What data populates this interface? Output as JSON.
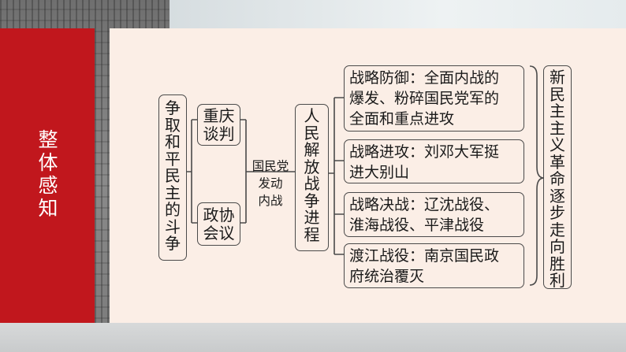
{
  "section_title": "整体感知",
  "diagram": {
    "left_title": "争取和平民主的斗争",
    "branches": [
      {
        "id": "chongqing",
        "label": "重庆谈判",
        "line1": "重庆",
        "line2": "谈判"
      },
      {
        "id": "zhengxie",
        "label": "政协会议",
        "line1": "政协",
        "line2": "会议"
      }
    ],
    "connector_label": {
      "line1": "国民党",
      "line2": "发动",
      "line3": "内战"
    },
    "center_title": "人民解放战争进程",
    "stages": [
      {
        "line1": "战略防御：全面内战的",
        "line2": "爆发、粉碎国民党军的",
        "line3": "全面和重点进攻"
      },
      {
        "line1": "战略进攻：刘邓大军挺",
        "line2": "进大别山"
      },
      {
        "line1": "战略决战：辽沈战役、",
        "line2": "淮海战役、平津战役"
      },
      {
        "line1": "渡江战役：南京国民政",
        "line2": "府统治覆灭"
      }
    ],
    "result": "新民主主义革命逐步走向胜利"
  },
  "colors": {
    "red_panel": "#c1171d",
    "card_background": "#fbeee6",
    "box_border": "#4a4a4a",
    "text": "#1a1a1a"
  }
}
